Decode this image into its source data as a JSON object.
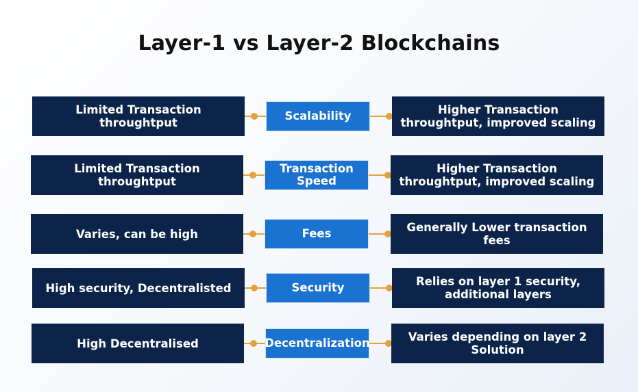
{
  "title": "Layer-1 vs Layer-2 Blockchains",
  "colors": {
    "dark_box": "#0c2449",
    "center_box": "#1a72d1",
    "connector": "#e3a23b"
  },
  "rows": [
    {
      "layer1": "Limited Transaction throughtput",
      "aspect": "Scalability",
      "layer2": "Higher Transaction throughtput, improved scaling"
    },
    {
      "layer1": "Limited Transaction throughtput",
      "aspect": "Transaction Speed",
      "layer2": "Higher Transaction throughtput, improved scaling"
    },
    {
      "layer1": "Varies, can be high",
      "aspect": "Fees",
      "layer2": "Generally Lower transaction fees"
    },
    {
      "layer1": "High security, Decentralisted",
      "aspect": "Security",
      "layer2": "Relies on layer 1 security, additional layers"
    },
    {
      "layer1": "High Decentralised",
      "aspect": "Decentralization",
      "layer2": "Varies depending on layer 2 Solution"
    }
  ]
}
